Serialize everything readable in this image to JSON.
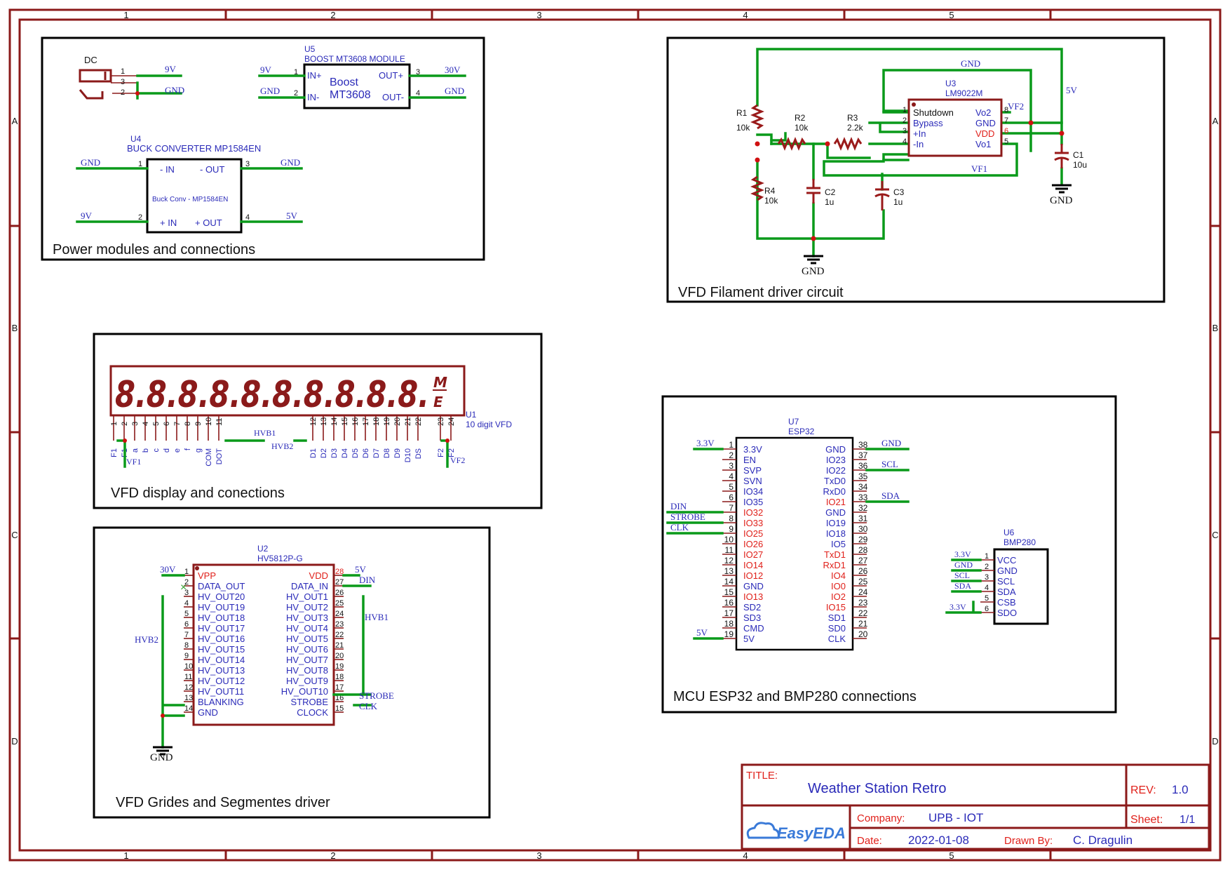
{
  "border": {
    "col_labels": [
      "1",
      "2",
      "3",
      "4",
      "5"
    ],
    "row_labels": [
      "A",
      "B",
      "C",
      "D"
    ]
  },
  "title_block": {
    "title_label": "TITLE:",
    "title": "Weather Station Retro",
    "rev_label": "REV:",
    "rev": "1.0",
    "company_label": "Company:",
    "company": "UPB - IOT",
    "sheet_label": "Sheet:",
    "sheet": "1/1",
    "date_label": "Date:",
    "date": "2022-01-08",
    "drawn_label": "Drawn By:",
    "drawn_by": "C. Dragulin",
    "logo": "EasyEDA"
  },
  "power": {
    "caption": "Power modules and connections",
    "dc_label": "DC",
    "dc_pins": [
      "1",
      "3",
      "2"
    ],
    "dc_nets": [
      "9V",
      "GND"
    ],
    "u5_ref": "U5",
    "u5_name": "BOOST MT3608 MODULE",
    "u5_line1": "Boost",
    "u5_line2": "MT3608",
    "u5_pins": [
      "IN+",
      "IN-",
      "OUT+",
      "OUT-"
    ],
    "u5_pin_nums": [
      "1",
      "2",
      "3",
      "4"
    ],
    "u5_nets": [
      "9V",
      "GND",
      "30V",
      "GND"
    ],
    "u4_ref": "U4",
    "u4_name": "BUCK CONVERTER MP1584EN",
    "u4_body": "Buck Conv - MP1584EN",
    "u4_pins": [
      "- IN",
      "- OUT",
      "+ IN",
      "+ OUT"
    ],
    "u4_pin_nums": [
      "1",
      "3",
      "2",
      "4"
    ],
    "u4_nets": [
      "GND",
      "GND",
      "9V",
      "5V"
    ]
  },
  "filament": {
    "caption": "VFD Filament driver circuit",
    "u3_ref": "U3",
    "u3_name": "LM9022M",
    "u3_left_pins": [
      "Shutdown",
      "Bypass",
      "+In",
      "-In"
    ],
    "u3_left_nums": [
      "1",
      "2",
      "3",
      "4"
    ],
    "u3_right_pins": [
      "Vo2",
      "GND",
      "VDD",
      "Vo1"
    ],
    "u3_right_nums": [
      "8",
      "7",
      "6",
      "5"
    ],
    "r1": [
      "R1",
      "10k"
    ],
    "r2": [
      "R2",
      "10k"
    ],
    "r3": [
      "R3",
      "2.2k"
    ],
    "r4": [
      "R4",
      "10k"
    ],
    "c1": [
      "C1",
      "10u"
    ],
    "c2": [
      "C2",
      "1u"
    ],
    "c3": [
      "C3",
      "1u"
    ],
    "nets": [
      "GND",
      "5V",
      "VF2",
      "VF1",
      "GND",
      "GND"
    ]
  },
  "vfd": {
    "caption": "VFD display and conections",
    "ref": "U1",
    "name": "10 digit VFD",
    "digits": "8.8.8.8.8.8.8.8.8.8.",
    "suffix_top": "M",
    "suffix_bot": "E",
    "pins_a_nums": [
      "1",
      "2",
      "3",
      "4",
      "5",
      "6",
      "7",
      "8",
      "9",
      "10",
      "11"
    ],
    "pins_a_names": [
      "F1",
      "F1",
      "a",
      "b",
      "c",
      "d",
      "e",
      "f",
      "g",
      "COM",
      "DOT"
    ],
    "pins_b_nums": [
      "12",
      "13",
      "14",
      "15",
      "16",
      "17",
      "18",
      "19",
      "20",
      "21",
      "22"
    ],
    "pins_b_names": [
      "D1",
      "D2",
      "D3",
      "D4",
      "D5",
      "D6",
      "D7",
      "D8",
      "D9",
      "D10",
      "DS"
    ],
    "pins_c_nums": [
      "23",
      "24"
    ],
    "pins_c_names": [
      "F2",
      "F2"
    ],
    "nets": [
      "VF1",
      "HVB1",
      "HVB2",
      "VF2"
    ]
  },
  "driver": {
    "caption": "VFD Grides and Segmentes driver",
    "ref": "U2",
    "name": "HV5812P-G",
    "left_pins": [
      "VPP",
      "DATA_OUT",
      "HV_OUT20",
      "HV_OUT19",
      "HV_OUT18",
      "HV_OUT17",
      "HV_OUT16",
      "HV_OUT15",
      "HV_OUT14",
      "HV_OUT13",
      "HV_OUT12",
      "HV_OUT11",
      "BLANKING",
      "GND"
    ],
    "left_nums": [
      "1",
      "2",
      "3",
      "4",
      "5",
      "6",
      "7",
      "8",
      "9",
      "10",
      "11",
      "12",
      "13",
      "14"
    ],
    "right_pins": [
      "VDD",
      "DATA_IN",
      "HV_OUT1",
      "HV_OUT2",
      "HV_OUT3",
      "HV_OUT4",
      "HV_OUT5",
      "HV_OUT6",
      "HV_OUT7",
      "HV_OUT8",
      "HV_OUT9",
      "HV_OUT10",
      "STROBE",
      "CLOCK"
    ],
    "right_nums": [
      "28",
      "27",
      "26",
      "25",
      "24",
      "23",
      "22",
      "21",
      "20",
      "19",
      "18",
      "17",
      "16",
      "15"
    ],
    "nets": [
      "30V",
      "5V",
      "DIN",
      "HVB1",
      "HVB2",
      "STROBE",
      "CLK",
      "GND"
    ]
  },
  "mcu": {
    "caption": "MCU ESP32 and BMP280 connections",
    "ref": "U7",
    "name": "ESP32",
    "left_pins": [
      "3.3V",
      "EN",
      "SVP",
      "SVN",
      "IO34",
      "IO35",
      "IO32",
      "IO33",
      "IO25",
      "IO26",
      "IO27",
      "IO14",
      "IO12",
      "GND",
      "IO13",
      "SD2",
      "SD3",
      "CMD",
      "5V"
    ],
    "left_nums": [
      "1",
      "2",
      "3",
      "4",
      "5",
      "6",
      "7",
      "8",
      "9",
      "10",
      "11",
      "12",
      "13",
      "14",
      "15",
      "16",
      "17",
      "18",
      "19"
    ],
    "right_pins": [
      "GND",
      "IO23",
      "IO22",
      "TxD0",
      "RxD0",
      "IO21",
      "GND",
      "IO19",
      "IO18",
      "IO5",
      "TxD1",
      "RxD1",
      "IO4",
      "IO0",
      "IO2",
      "IO15",
      "SD1",
      "SD0",
      "CLK"
    ],
    "right_nums": [
      "38",
      "37",
      "36",
      "35",
      "34",
      "33",
      "32",
      "31",
      "30",
      "29",
      "28",
      "27",
      "26",
      "25",
      "24",
      "23",
      "22",
      "21",
      "20"
    ],
    "nets": [
      "3.3V",
      "DIN",
      "STROBE",
      "CLK",
      "5V",
      "GND",
      "SCL",
      "SDA"
    ],
    "bmp_ref": "U6",
    "bmp_name": "BMP280",
    "bmp_pins": [
      "VCC",
      "GND",
      "SCL",
      "SDA",
      "CSB",
      "SDO"
    ],
    "bmp_nums": [
      "1",
      "2",
      "3",
      "4",
      "5",
      "6"
    ],
    "bmp_nets": [
      "3.3V",
      "GND",
      "SCL",
      "SDA",
      "3.3V"
    ]
  }
}
